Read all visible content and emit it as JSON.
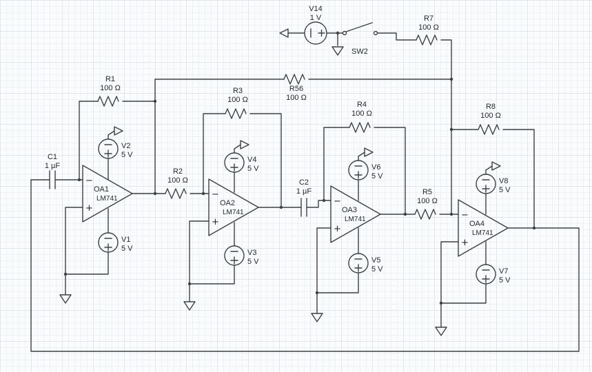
{
  "components": {
    "V14": {
      "ref": "V14",
      "value": "1 V"
    },
    "SW2": {
      "ref": "SW2"
    },
    "R1": {
      "ref": "R1",
      "value": "100 Ω"
    },
    "R2": {
      "ref": "R2",
      "value": "100 Ω"
    },
    "R3": {
      "ref": "R3",
      "value": "100 Ω"
    },
    "R4": {
      "ref": "R4",
      "value": "100 Ω"
    },
    "R5": {
      "ref": "R5",
      "value": "100 Ω"
    },
    "R7": {
      "ref": "R7",
      "value": "100 Ω"
    },
    "R8": {
      "ref": "R8",
      "value": "100 Ω"
    },
    "R56": {
      "ref": "R56",
      "value": "100 Ω"
    },
    "C1": {
      "ref": "C1",
      "value": "1 µF"
    },
    "C2": {
      "ref": "C2",
      "value": "1 µF"
    },
    "V1": {
      "ref": "V1",
      "value": "5 V"
    },
    "V2": {
      "ref": "V2",
      "value": "5 V"
    },
    "V3": {
      "ref": "V3",
      "value": "5 V"
    },
    "V4": {
      "ref": "V4",
      "value": "5 V"
    },
    "V5": {
      "ref": "V5",
      "value": "5 V"
    },
    "V6": {
      "ref": "V6",
      "value": "5 V"
    },
    "V7": {
      "ref": "V7",
      "value": "5 V"
    },
    "V8": {
      "ref": "V8",
      "value": "5 V"
    },
    "OA1": {
      "ref": "OA1",
      "part": "LM741"
    },
    "OA2": {
      "ref": "OA2",
      "part": "LM741"
    },
    "OA3": {
      "ref": "OA3",
      "part": "LM741"
    },
    "OA4": {
      "ref": "OA4",
      "part": "LM741"
    }
  },
  "symbols": {
    "minus": "−",
    "plus": "+"
  },
  "colors": {
    "wire": "#3c4043",
    "text": "#24282c",
    "background": "#fbfcfd",
    "grid_minor": "#eef1f4",
    "grid_major": "#e2e6ea"
  }
}
